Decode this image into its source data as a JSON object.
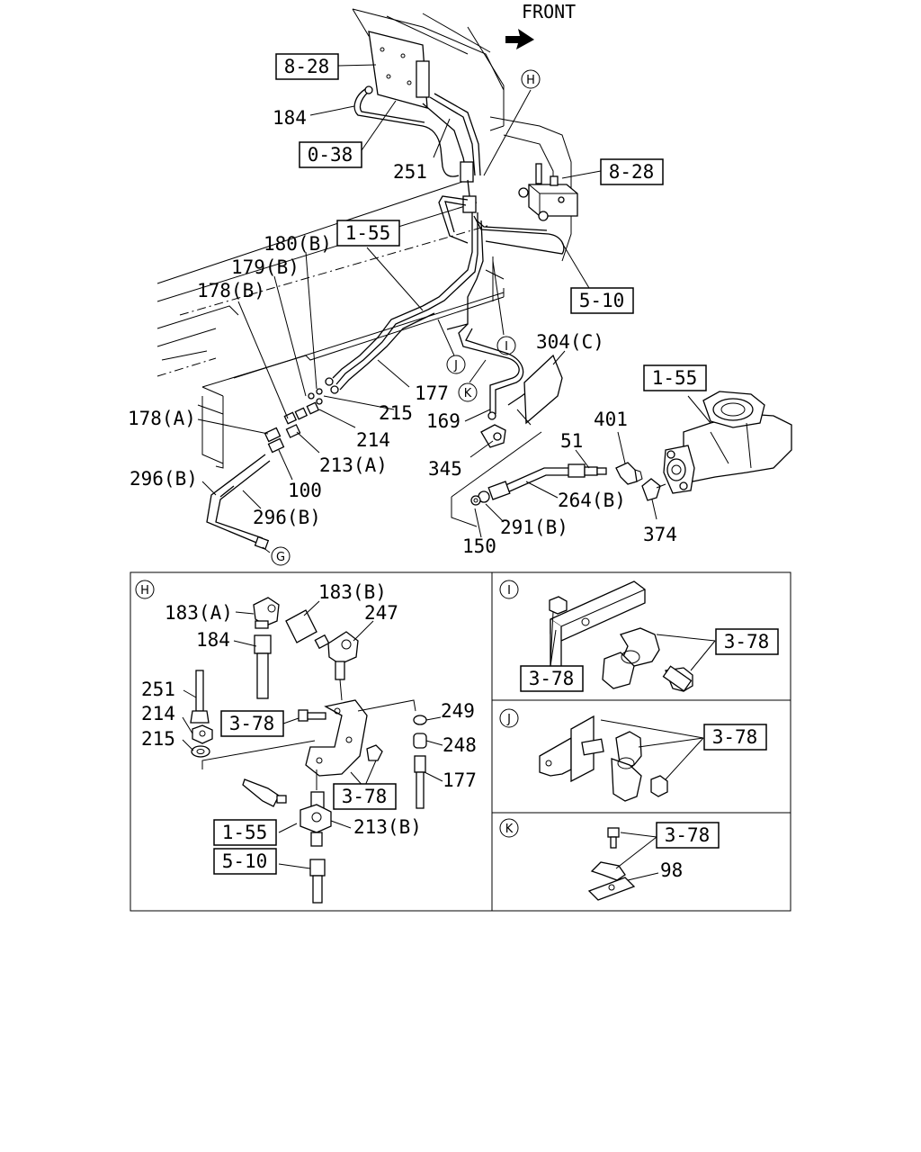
{
  "header": {
    "front_label": "FRONT"
  },
  "main_refs": {
    "ref_8_28_a": "8-28",
    "ref_0_38": "0-38",
    "ref_8_28_b": "8-28",
    "ref_1_55_a": "1-55",
    "ref_5_10": "5-10",
    "ref_1_55_b": "1-55"
  },
  "main_labels": {
    "p184": "184",
    "p251": "251",
    "p180b": "180(B)",
    "p179b": "179(B)",
    "p178b": "178(B)",
    "p178a": "178(A)",
    "p177": "177",
    "p215": "215",
    "p214": "214",
    "p213a": "213(A)",
    "p100": "100",
    "p296b_1": "296(B)",
    "p296b_2": "296(B)",
    "p169": "169",
    "p345": "345",
    "p304c": "304(C)",
    "p401": "401",
    "p51": "51",
    "p264b": "264(B)",
    "p291b": "291(B)",
    "p150": "150",
    "p374": "374"
  },
  "callouts": {
    "H": "H",
    "I": "I",
    "J": "J",
    "K": "K",
    "G": "G"
  },
  "detail_h": {
    "tag": "H",
    "p183a": "183(A)",
    "p183b": "183(B)",
    "p247": "247",
    "p184": "184",
    "p251": "251",
    "p214": "214",
    "p215": "215",
    "ref_3_78_a": "3-78",
    "p249": "249",
    "p248": "248",
    "p177": "177",
    "ref_3_78_b": "3-78",
    "ref_1_55": "1-55",
    "p213b": "213(B)",
    "ref_5_10": "5-10"
  },
  "detail_i": {
    "tag": "I",
    "ref_3_78_a": "3-78",
    "ref_3_78_b": "3-78"
  },
  "detail_j": {
    "tag": "J",
    "ref_3_78": "3-78"
  },
  "detail_k": {
    "tag": "K",
    "ref_3_78": "3-78",
    "p98": "98"
  }
}
